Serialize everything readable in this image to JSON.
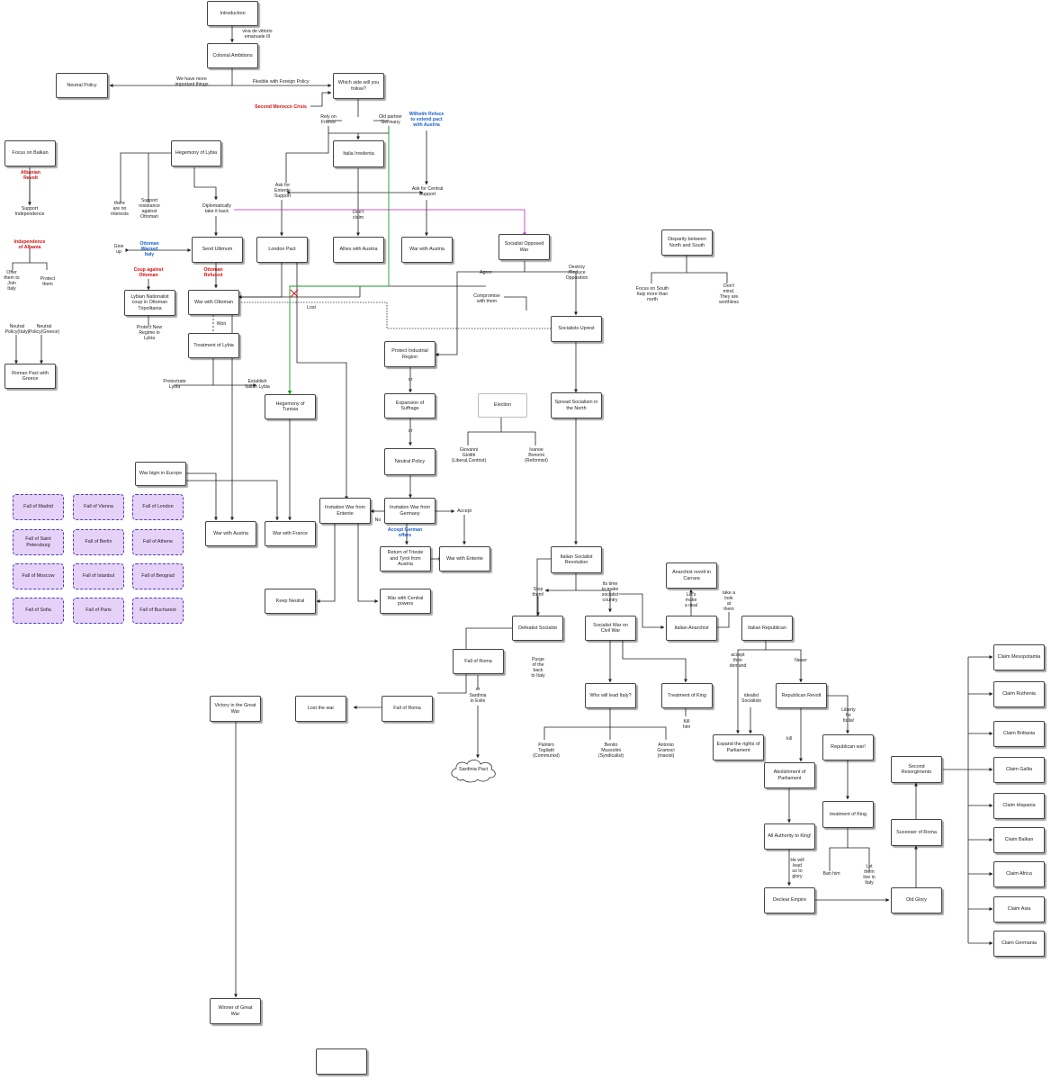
{
  "nodes": {
    "introduction": "Introduction",
    "colonial_ambitions": "Colonial Ambitions",
    "neutral_policy_top": "Neutral Policy",
    "which_side": "Which side will you follow?",
    "focus_on_balkan": "Focus on Balkan",
    "hegemony_lybia": "Hegemony of Lybia",
    "italia_irredenta": "Italia Irredenta",
    "send_ultimum": "Send Ultimum",
    "london_pact": "London Pact",
    "allies_austria": "Allies with Austria",
    "war_austria_top": "War with Austria",
    "socialist_opposed": "Socialist Opposed War",
    "disparity": "Disparity between North and South",
    "lybian_nationalist": "Lybian Nationalist coup in Ottoman Tripolitania",
    "war_ottoman": "War with Ottoman",
    "treatment_lybia": "Treatment of Lybia",
    "roman_pact_greece": "Roman Pact with Greece",
    "protect_industrial": "Protect Industrial Region",
    "socialists_upriest": "Socialists Uprest",
    "hegemony_tunisia": "Hegemony of Tunisia",
    "expansion_suffrage": "Expansion of Suffrage",
    "election": "Election",
    "spread_socialism": "Spread Socialism in the North",
    "war_begin_europe": "War bigin in Europe",
    "neutral_policy_mid": "Neutral Policy",
    "invitation_entente": "Invitation War from Entente",
    "invitation_germany": "Invitation War from Germany",
    "war_austria_mid": "War with Austria",
    "war_france": "War with France",
    "return_trieste": "Return of Trieste and Tyrol from Austria",
    "war_entente": "War with Entente",
    "italian_socialist_revolution": "Italian Socialist Revolution",
    "keep_neutral": "Keep Neutral",
    "war_central_powers": "War with Central powers",
    "anarchist_revolt": "Anarchist revolt in Carrara",
    "defeatist_socialist": "Defeatist Socialist",
    "socialist_civil_war": "Socialist War on Civil War",
    "italian_anarchist": "Italian Anarchist",
    "italian_republican": "Italian Republican",
    "fall_of_roma_top": "Fall of Roma",
    "victory_great_war": "Victory in the Great War",
    "lost_the_war": "Lost the war",
    "fall_of_roma_mid": "Fall of Roma",
    "who_lead_italy": "Who will lead Italy?",
    "treatment_king": "Treatment of King",
    "republican_revolt": "Republican Revolt",
    "expand_parliament": "Expand the rights of Parliament",
    "republican_war": "Republican war!",
    "abolishment_parliament": "Abolishment of Parliament",
    "treatment_king_2": "treatment of King",
    "all_authority_king": "All Authority to King!",
    "second_risorgimento": "Second Resorgimento",
    "successor_roma": "Suceeser of Roma",
    "declear_empire": "Declear Empire",
    "old_glory": "Old Glory",
    "winner_great_war": "Winner of Great War",
    "empty_box": "",
    "claim_mesopotamia": "Claim Mesopotamia",
    "claim_ruthenia": "Claim Ruthenia",
    "claim_brittania": "Claim Brittania",
    "claim_gallia": "Claim Gallia",
    "claim_hispania": "Claim Hispania",
    "claim_balkan": "Claim Balkan",
    "claim_africa": "Claim Africa",
    "claim_asia": "Claim Asia",
    "claim_germania": "Claim Germania"
  },
  "falls": {
    "madrid": "Fall of Madrid",
    "vienna": "Fall of Vienna",
    "london": "Fall of London",
    "saint_petersburg": "Fall of Saint Petersburg",
    "berlin": "Fall of Berlin",
    "athene": "Fall of Athene",
    "moscow": "Fall of Moscow",
    "istanbul": "Fall of Istanbul",
    "beograd": "Fall of Beograd",
    "sofia": "Fall of Sofia",
    "paris": "Fall of Paris",
    "bucharest": "Fall of Bucharest"
  },
  "cloud": {
    "sardinia_pact": "Sardinia Pact"
  },
  "labels": {
    "viva_vittorio": "viva de vittorio\nemanuele III",
    "important_things": "We have more\nimportant things",
    "flexible_policy": "Flexible with Foreign Policy",
    "second_morocco": "Second Morocco Crisis",
    "rely_on_france": "Rely on\nFrance",
    "old_partner_germany": "Old partner\nGermany",
    "wilhelm_refuse": "Wilhelm Refuce\nto extend pact\nwith Austria",
    "albanian_revolt": "Albanian\nRevolt",
    "support_independence": "Support\nIndependence",
    "there_no_interests": "there\nare no\ninterests",
    "support_resistance": "Support\nresistance\nagainst\nOttoman",
    "diplomatically_take": "Diplomatically\ntake it back",
    "ask_entente": "Ask for\nEntente\nSupport",
    "ask_central": "Ask for Central\nSupport",
    "dont_claim": "Don't\nclaim",
    "independence_albania": "Independence\nof Albania",
    "give_up": "Give\nup",
    "ottoman_warned": "Ottoman\nWarned\nItaly",
    "offer_join": "Offer\nthem to\nJoin\nItaly",
    "protect_them": "Protect\nthem",
    "coup_against_ottoman": "Coup against\nOttoman",
    "ottoman_refused": "Ottoman\nRefused",
    "agree": "Agree",
    "destroy_reduce": "Destroy\n/Reduce\nOpposition",
    "focus_south": "Focus on South\nItaly more than\nnorth",
    "dont_mind": "Don't\nmind.\nThey are\nworthless",
    "compromise": "Compromise\nwith them",
    "neutral_italy": "Neutral\nPolicy(Italy)",
    "neutral_greece": "Neutral\nPolicy(Greece)",
    "protect_new_regime": "Protect New\nRegime in\nLybia",
    "won": "Won",
    "lost": "Lost",
    "protectrate_lybia": "Protectrate\nLybia",
    "establish_italian_lybia": "Establish\nItalian Lybia",
    "or1": "or",
    "or2": "or",
    "giovanni_giolitti": "Giovanni\nGiolitti\n(Liberal,Centrist)",
    "ivanoe_bonomi": "Ivanoe\nBonomi\n(Reformist)",
    "no": "No",
    "accept": "Accept",
    "accept_german_offers": "Accept German\noffers",
    "stop_them": "Stop\nthem!",
    "its_time_socialist": "Its time\nto make\nsocialist\ncountry",
    "lets_make_a_deal": "Let's\nmake\na deal",
    "take_a_look": "take a\nlook\nat\nthem",
    "purge_the_back": "Purge\nof the\nback\nto Italy",
    "or3": "or",
    "sardinia_in_exile": "Sardinia\nin Exile",
    "accept_their_demand": "accept\ntheir\ndemand",
    "never": "Never",
    "idealist_socialists": "idealist\nSocialists",
    "liberty_for_italia": "Liberty\nfor\nItalia!",
    "kill_him": "Kill\nhim",
    "ruthuio_togliatti": "Palmiro\nTogliatti\n(Communist)",
    "benito_mussolini": "Benito\nMussolini\n(Syndicalist)",
    "antonio_gramsci": "Antonio\nGramsci\n(maoist)",
    "kill": "kill",
    "he_will_lead": "He will\nlead\nus to\nglory",
    "ban_him": "Ban him",
    "let_them_live": "Let\nthem\nlive in\nItaly"
  }
}
